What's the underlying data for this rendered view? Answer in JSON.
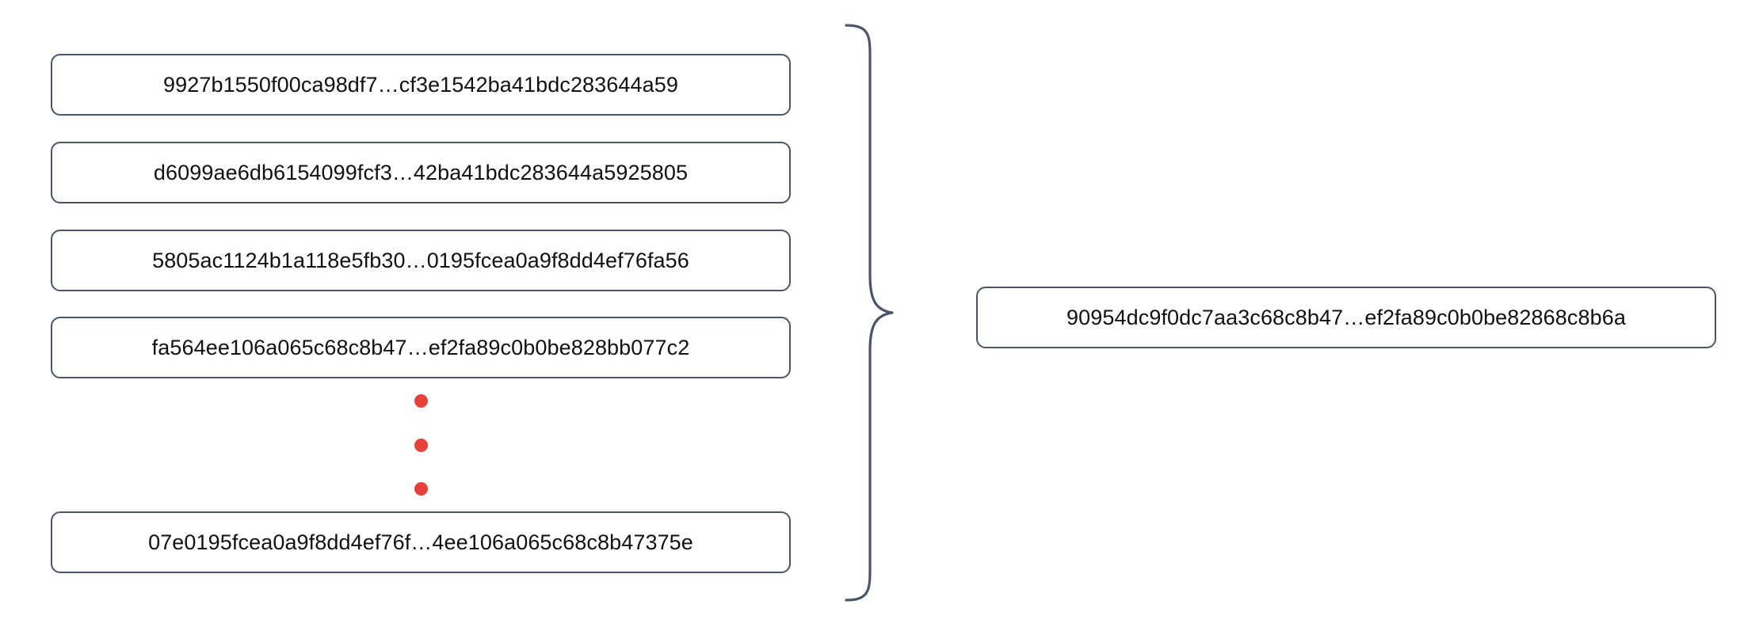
{
  "diagram": {
    "type": "hash-aggregation",
    "inputs": [
      {
        "label": "9927b1550f00ca98df7…cf3e1542ba41bdc283644a59"
      },
      {
        "label": "d6099ae6db6154099fcf3…42ba41bdc283644a5925805"
      },
      {
        "label": "5805ac1124b1a118e5fb30…0195fcea0a9f8dd4ef76fa56"
      },
      {
        "label": "fa564ee106a065c68c8b47…ef2fa89c0b0be828bb077c2"
      },
      {
        "label": "07e0195fcea0a9f8dd4ef76f…4ee106a065c68c8b47375e"
      }
    ],
    "continuation": {
      "name": "vertical-ellipsis",
      "dot_count": 3,
      "color": "#e8413c"
    },
    "connector": {
      "name": "curly-brace",
      "orientation": "right-pointing",
      "color": "#4a5568"
    },
    "output": {
      "label": "90954dc9f0dc7aa3c68c8b47…ef2fa89c0b0be82868c8b6a"
    },
    "colors": {
      "box_border": "#4a5568",
      "box_fill": "#ffffff",
      "text": "#111111",
      "accent_dot": "#e8413c"
    }
  }
}
